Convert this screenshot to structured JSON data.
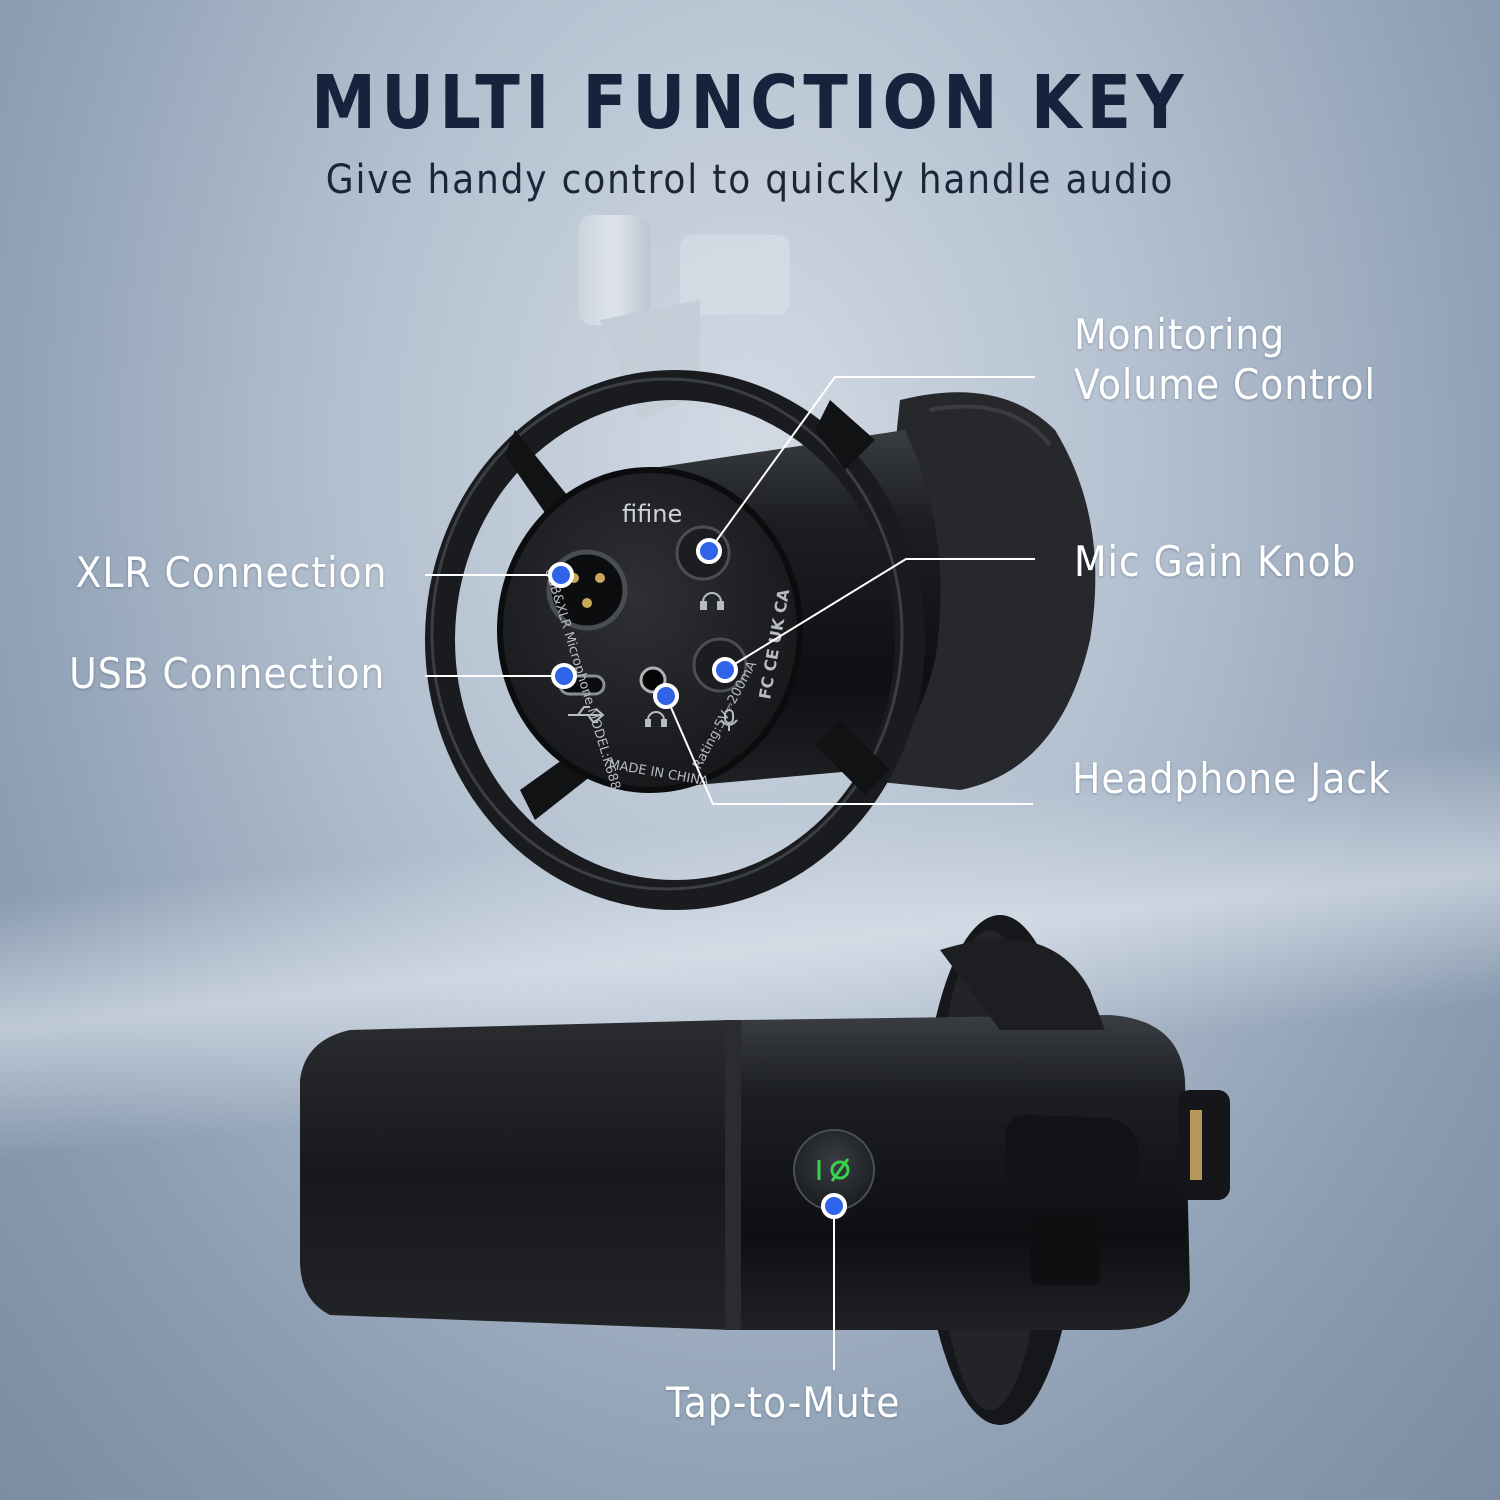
{
  "headline": "MULTI FUNCTION KEY",
  "subheadline": "Give handy control to quickly handle audio",
  "brand": "fifine",
  "callouts": {
    "monitoring_line1": "Monitoring",
    "monitoring_line2": "Volume Control",
    "xlr": "XLR Connection",
    "usb": "USB Connection",
    "gain": "Mic Gain Knob",
    "headphone": "Headphone Jack",
    "mute": "Tap-to-Mute"
  },
  "device_text": {
    "mic_model_vertical": "USB&XLR Microphone MODEL:K688",
    "made_in": "MADE IN CHINA",
    "rating": "Rating:5V⎓200mA",
    "cert_marks": "FC CE UK CA"
  },
  "colors": {
    "headline": "#15233d",
    "callout_text": "#ffffff",
    "marker": "#2f63e8",
    "mute_led": "#3ad14a"
  },
  "icons": [
    "headphone-icon",
    "mic-icon",
    "usb-icon",
    "mute-icon"
  ]
}
